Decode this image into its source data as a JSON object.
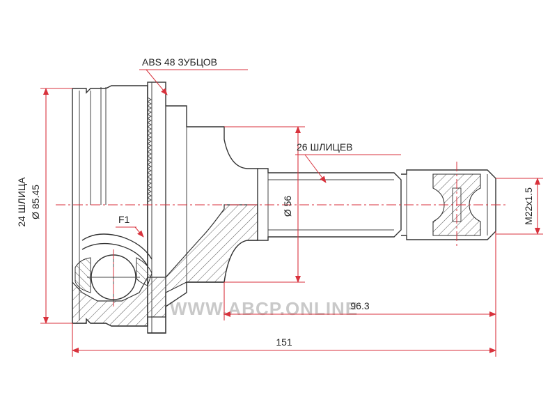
{
  "diagram": {
    "labels": {
      "abs_teeth": "ABS 48 ЗУБЦОВ",
      "outer_splines": "26 ШЛИЦЕВ",
      "inner_splines": "24 ШЛИЦА",
      "outer_diameter": "Ø 85.45",
      "flange_diameter": "Ø 56",
      "thread": "M22x1.5",
      "f1": "F1",
      "shaft_length": "96.3",
      "total_length": "151"
    },
    "watermark": "WWW.ABCP.ONLINE",
    "colors": {
      "dimension": "#d8323c",
      "part": "#333333",
      "watermark": "#c9c9c9"
    }
  }
}
